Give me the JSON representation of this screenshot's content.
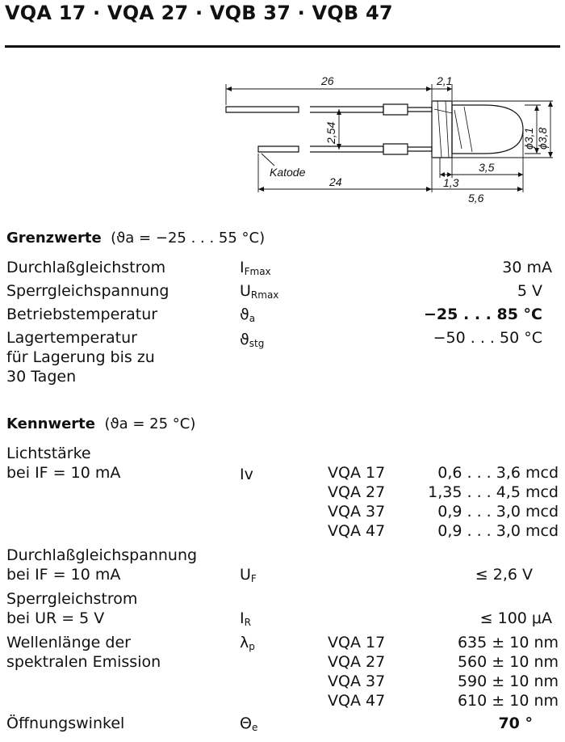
{
  "title": "VQA 17 · VQA 27 · VQB 37 · VQB 47",
  "drawing": {
    "dim_26": "26",
    "dim_2_1": "2,1",
    "dim_2_54": "2,54",
    "dim_d3_1": "ϕ3,1",
    "dim_d3_8": "ϕ3,8",
    "label_katode": "Katode",
    "dim_1_3": "1,3",
    "dim_3_5": "3,5",
    "dim_24": "24",
    "dim_5_6": "5,6"
  },
  "grenzwerte": {
    "heading": "Grenzwerte",
    "condition": "(ϑa = −25 . . . 55 °C)",
    "rows": [
      {
        "label": "Durchlaßgleichstrom",
        "sym": "I",
        "sub": "Fmax",
        "value": "30 mA"
      },
      {
        "label": "Sperrgleichspannung",
        "sym": "U",
        "sub": "Rmax",
        "value": "5 V"
      },
      {
        "label": "Betriebstemperatur",
        "sym": "ϑ",
        "sub": "a",
        "value": "−25 . . . 85 °C"
      },
      {
        "label": "Lagertemperatur",
        "label2": "für Lagerung bis zu",
        "label3": "30 Tagen",
        "sym": "ϑ",
        "sub": "stg",
        "value": "−50 . . . 50 °C"
      }
    ]
  },
  "kennwerte": {
    "heading": "Kennwerte",
    "condition": "(ϑa = 25 °C)",
    "lichtstaerke": {
      "label": "Lichtstärke",
      "label2": "bei IF = 10 mA",
      "sym": "Iv",
      "entries": [
        {
          "model": "VQA 17",
          "value": "0,6 . . . 3,6 mcd"
        },
        {
          "model": "VQA 27",
          "value": "1,35 . . . 4,5 mcd"
        },
        {
          "model": "VQA 37",
          "value": "0,9 . . . 3,0 mcd"
        },
        {
          "model": "VQA 47",
          "value": "0,9 . . . 3,0 mcd"
        }
      ]
    },
    "uf": {
      "label": "Durchlaßgleichspannung",
      "label2": "bei IF = 10 mA",
      "sym": "U",
      "sub": "F",
      "value": "≤ 2,6 V"
    },
    "ir": {
      "label": "Sperrgleichstrom",
      "label2": "bei UR = 5 V",
      "sym": "I",
      "sub": "R",
      "value": "≤ 100 μA"
    },
    "wellenlaenge": {
      "label": "Wellenlänge der",
      "label2": "spektralen Emission",
      "sym": "λ",
      "sub": "p",
      "entries": [
        {
          "model": "VQA 17",
          "value": "635 ± 10 nm"
        },
        {
          "model": "VQA 27",
          "value": "560 ± 10 nm"
        },
        {
          "model": "VQA 37",
          "value": "590 ± 10 nm"
        },
        {
          "model": "VQA 47",
          "value": "610 ± 10 nm"
        }
      ]
    },
    "oeffnung": {
      "label": "Öffnungswinkel",
      "sym": "Θ",
      "sub": "e",
      "value": "70 °"
    }
  }
}
